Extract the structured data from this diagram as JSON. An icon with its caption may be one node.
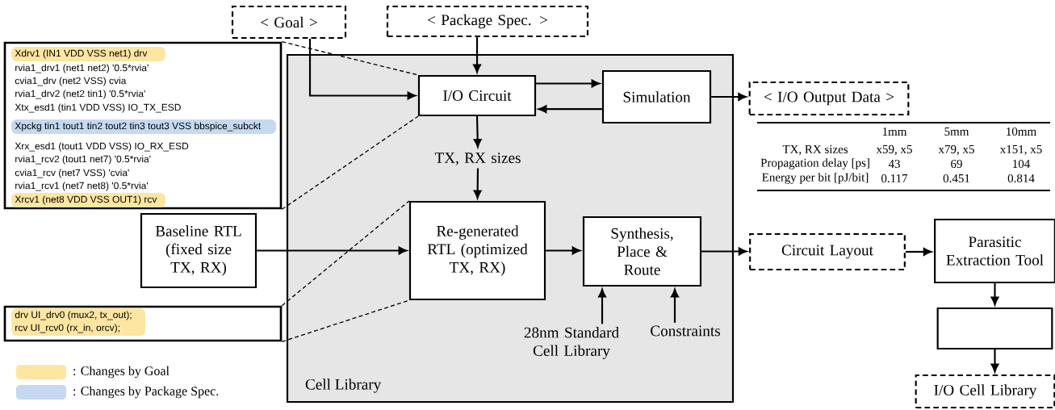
{
  "diagram": {
    "nodes": [
      {
        "text": [
          "< Goal >"
        ]
      },
      {
        "text": [
          "< Package Spec. >"
        ]
      },
      {
        "text": [
          "Cell Library"
        ]
      },
      {
        "text": [
          "I/O Circuit"
        ],
        "in": 2
      },
      {
        "text": [
          "Simulation"
        ],
        "in": 2
      },
      {
        "text": [
          "TX, RX sizes"
        ],
        "in": 2
      },
      {
        "text": [
          "Re-generated RTL (optimized TX, RX)"
        ],
        "in": 2
      },
      {
        "text": [
          "Synthesis, Place & Route"
        ],
        "in": 2
      },
      {
        "text": [
          "28nm Standard Cell Library"
        ],
        "in": 2
      },
      {
        "text": [
          "Constraints"
        ],
        "in": 2
      },
      {
        "text": [
          "Baseline RTL (fixed size TX, RX)"
        ]
      },
      {
        "text": [
          "< I/O Output Data >"
        ]
      },
      {
        "text": [
          "Circuit Layout"
        ]
      },
      {
        "text": [
          "Parasitic Extraction Tool"
        ]
      },
      {
        "text": [],
        "shape": "box"
      },
      {
        "text": [
          "I/O Cell Library"
        ]
      },
      {
        "text": [
          "Xdrv1 (IN1 VDD VSS net1) drv",
          "rvia1_drv1 (net1 net2) '0.5*rvia'",
          "cvia1_drv (net2 VSS) cvia",
          "rvia1_drv2 (net2 tin1) '0.5*rvia'",
          "Xtx_esd1 (tin1 VDD VSS) IO_TX_ESD",
          "Xpckg tin1 tout1 tin2 tout2 tin3 tout3 VSS bbspice_subckt",
          "Xrx_esd1 (tout1 VDD VSS) IO_RX_ESD",
          "rvia1_rcv2 (tout1 net7) '0.5*rvia'",
          "cvia1_rcv (net7 VSS) 'cvia'",
          "rvia1_rcv1 (net7 net8) '0.5*rvia'",
          "Xrcv1 (net8 VDD VSS OUT1) rcv"
        ]
      },
      {
        "text": [
          "drv UI_drv0 (mux2, tx_out);",
          "rcv UI_rcv0 (rx_in, orcv);"
        ]
      }
    ],
    "edges": [
      {
        "from": 0,
        "to": 3,
        "arrow": "to"
      },
      {
        "from": 1,
        "to": 3,
        "arrow": "to"
      },
      {
        "from": 3,
        "to": 4,
        "arrow": "to"
      },
      {
        "from": 4,
        "to": 3,
        "arrow": "to"
      },
      {
        "from": 4,
        "to": 11,
        "arrow": "to"
      },
      {
        "from": 3,
        "to": 5,
        "arrow": "to"
      },
      {
        "from": 5,
        "to": 6,
        "arrow": "to"
      },
      {
        "from": 10,
        "to": 6,
        "arrow": "to"
      },
      {
        "from": 6,
        "to": 7,
        "arrow": "to"
      },
      {
        "from": 8,
        "to": 7,
        "arrow": "to"
      },
      {
        "from": 9,
        "to": 7,
        "arrow": "to"
      },
      {
        "from": 7,
        "to": 12,
        "arrow": "to"
      },
      {
        "from": 12,
        "to": 13,
        "arrow": "to"
      },
      {
        "from": 13,
        "to": 14,
        "arrow": "to"
      },
      {
        "from": 14,
        "to": 15,
        "arrow": "to"
      },
      {
        "from": 16,
        "to": 3,
        "arrow": "none",
        "style": "dashed"
      },
      {
        "from": 16,
        "to": 3,
        "arrow": "none",
        "style": "dashed"
      },
      {
        "from": 17,
        "to": 6,
        "arrow": "none",
        "style": "dashed"
      },
      {
        "from": 17,
        "to": 6,
        "arrow": "none",
        "style": "dashed"
      }
    ],
    "labels": [
      "1mm",
      "5mm",
      "10mm",
      "TX, RX sizes",
      "x59, x5",
      "x79, x5",
      "x151, x5",
      "Propagation delay [ps]",
      "43",
      "69",
      "104",
      "Energy per bit [pJ/bit]",
      "0.117",
      "0.451",
      "0.814"
    ],
    "legend": [
      {
        "text": ": Changes by Goal",
        "color": "#fde6a2"
      },
      {
        "text": ": Changes by Package Spec.",
        "color": "#c5d9f0"
      }
    ]
  }
}
